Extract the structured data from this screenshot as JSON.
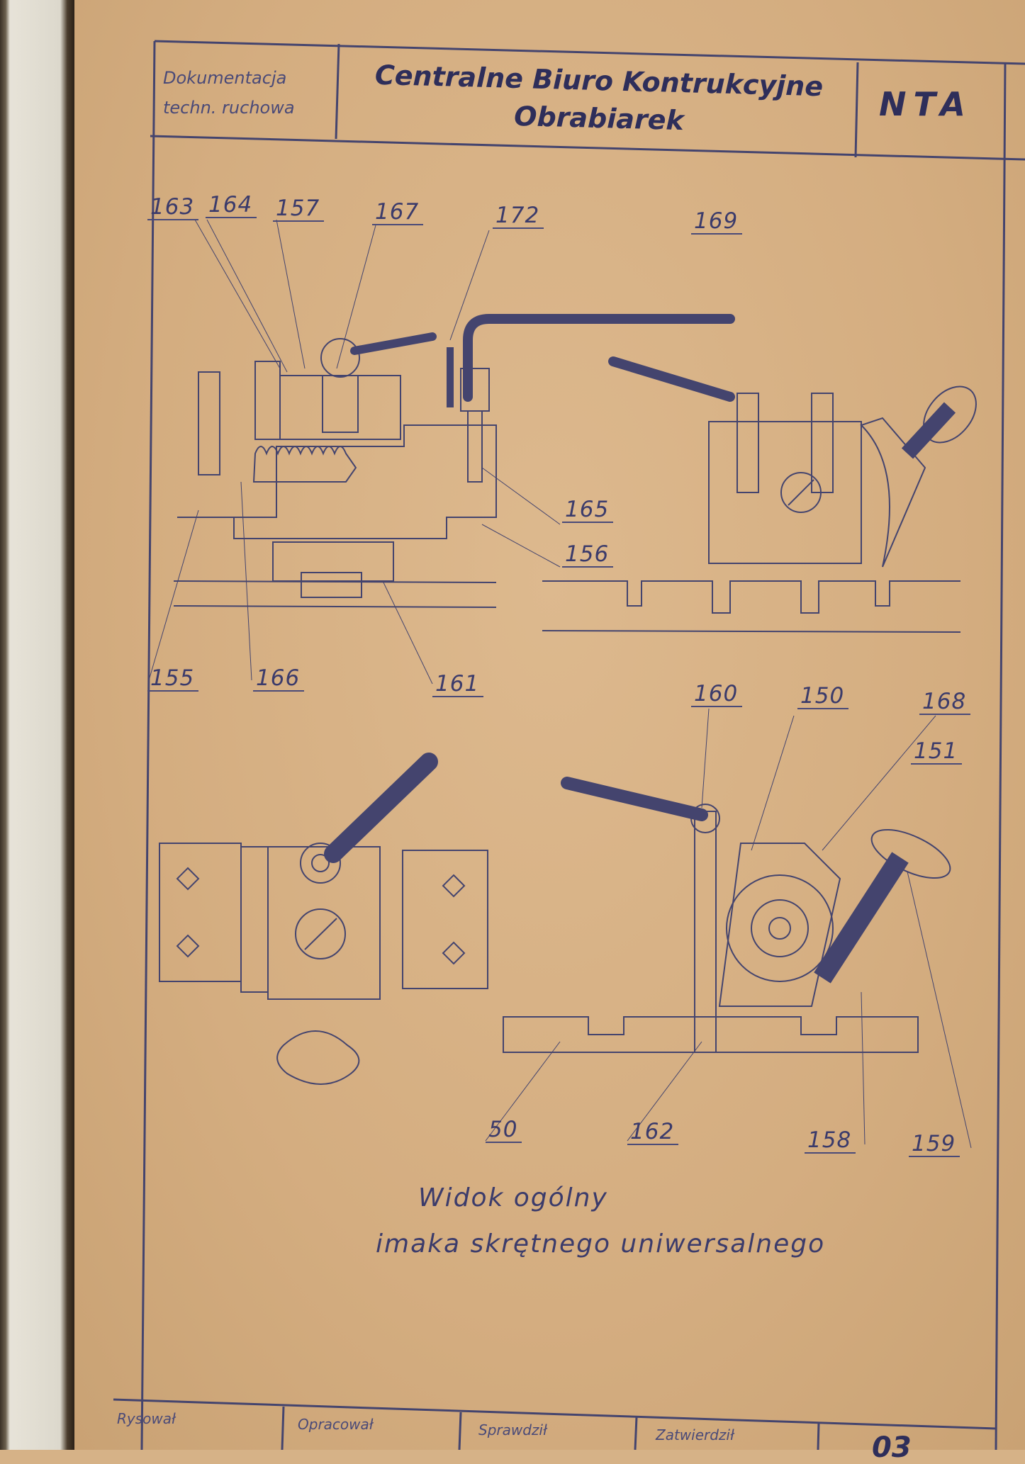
{
  "header": {
    "doc_type_line1": "Dokumentacja",
    "doc_type_line2": "techn. ruchowa",
    "org_line1": "Centralne Biuro Kontrukcyjne",
    "org_line2": "Obrabiarek",
    "code": "NTA"
  },
  "callouts": [
    "163",
    "164",
    "157",
    "167",
    "172",
    "169",
    "165",
    "156",
    "155",
    "166",
    "161",
    "160",
    "150",
    "168",
    "151",
    "50",
    "162",
    "158",
    "159"
  ],
  "caption": {
    "line1": "Widok ogólny",
    "line2": "imaka skrętnego uniwersalnego"
  },
  "title_block": {
    "drawn": "Rysował",
    "prepared": "Opracował",
    "checked": "Sprawdził",
    "approved": "Zatwierdził",
    "sheet": "03"
  },
  "colors": {
    "paper": "#d6b287",
    "ink": "#3b3b6b"
  }
}
